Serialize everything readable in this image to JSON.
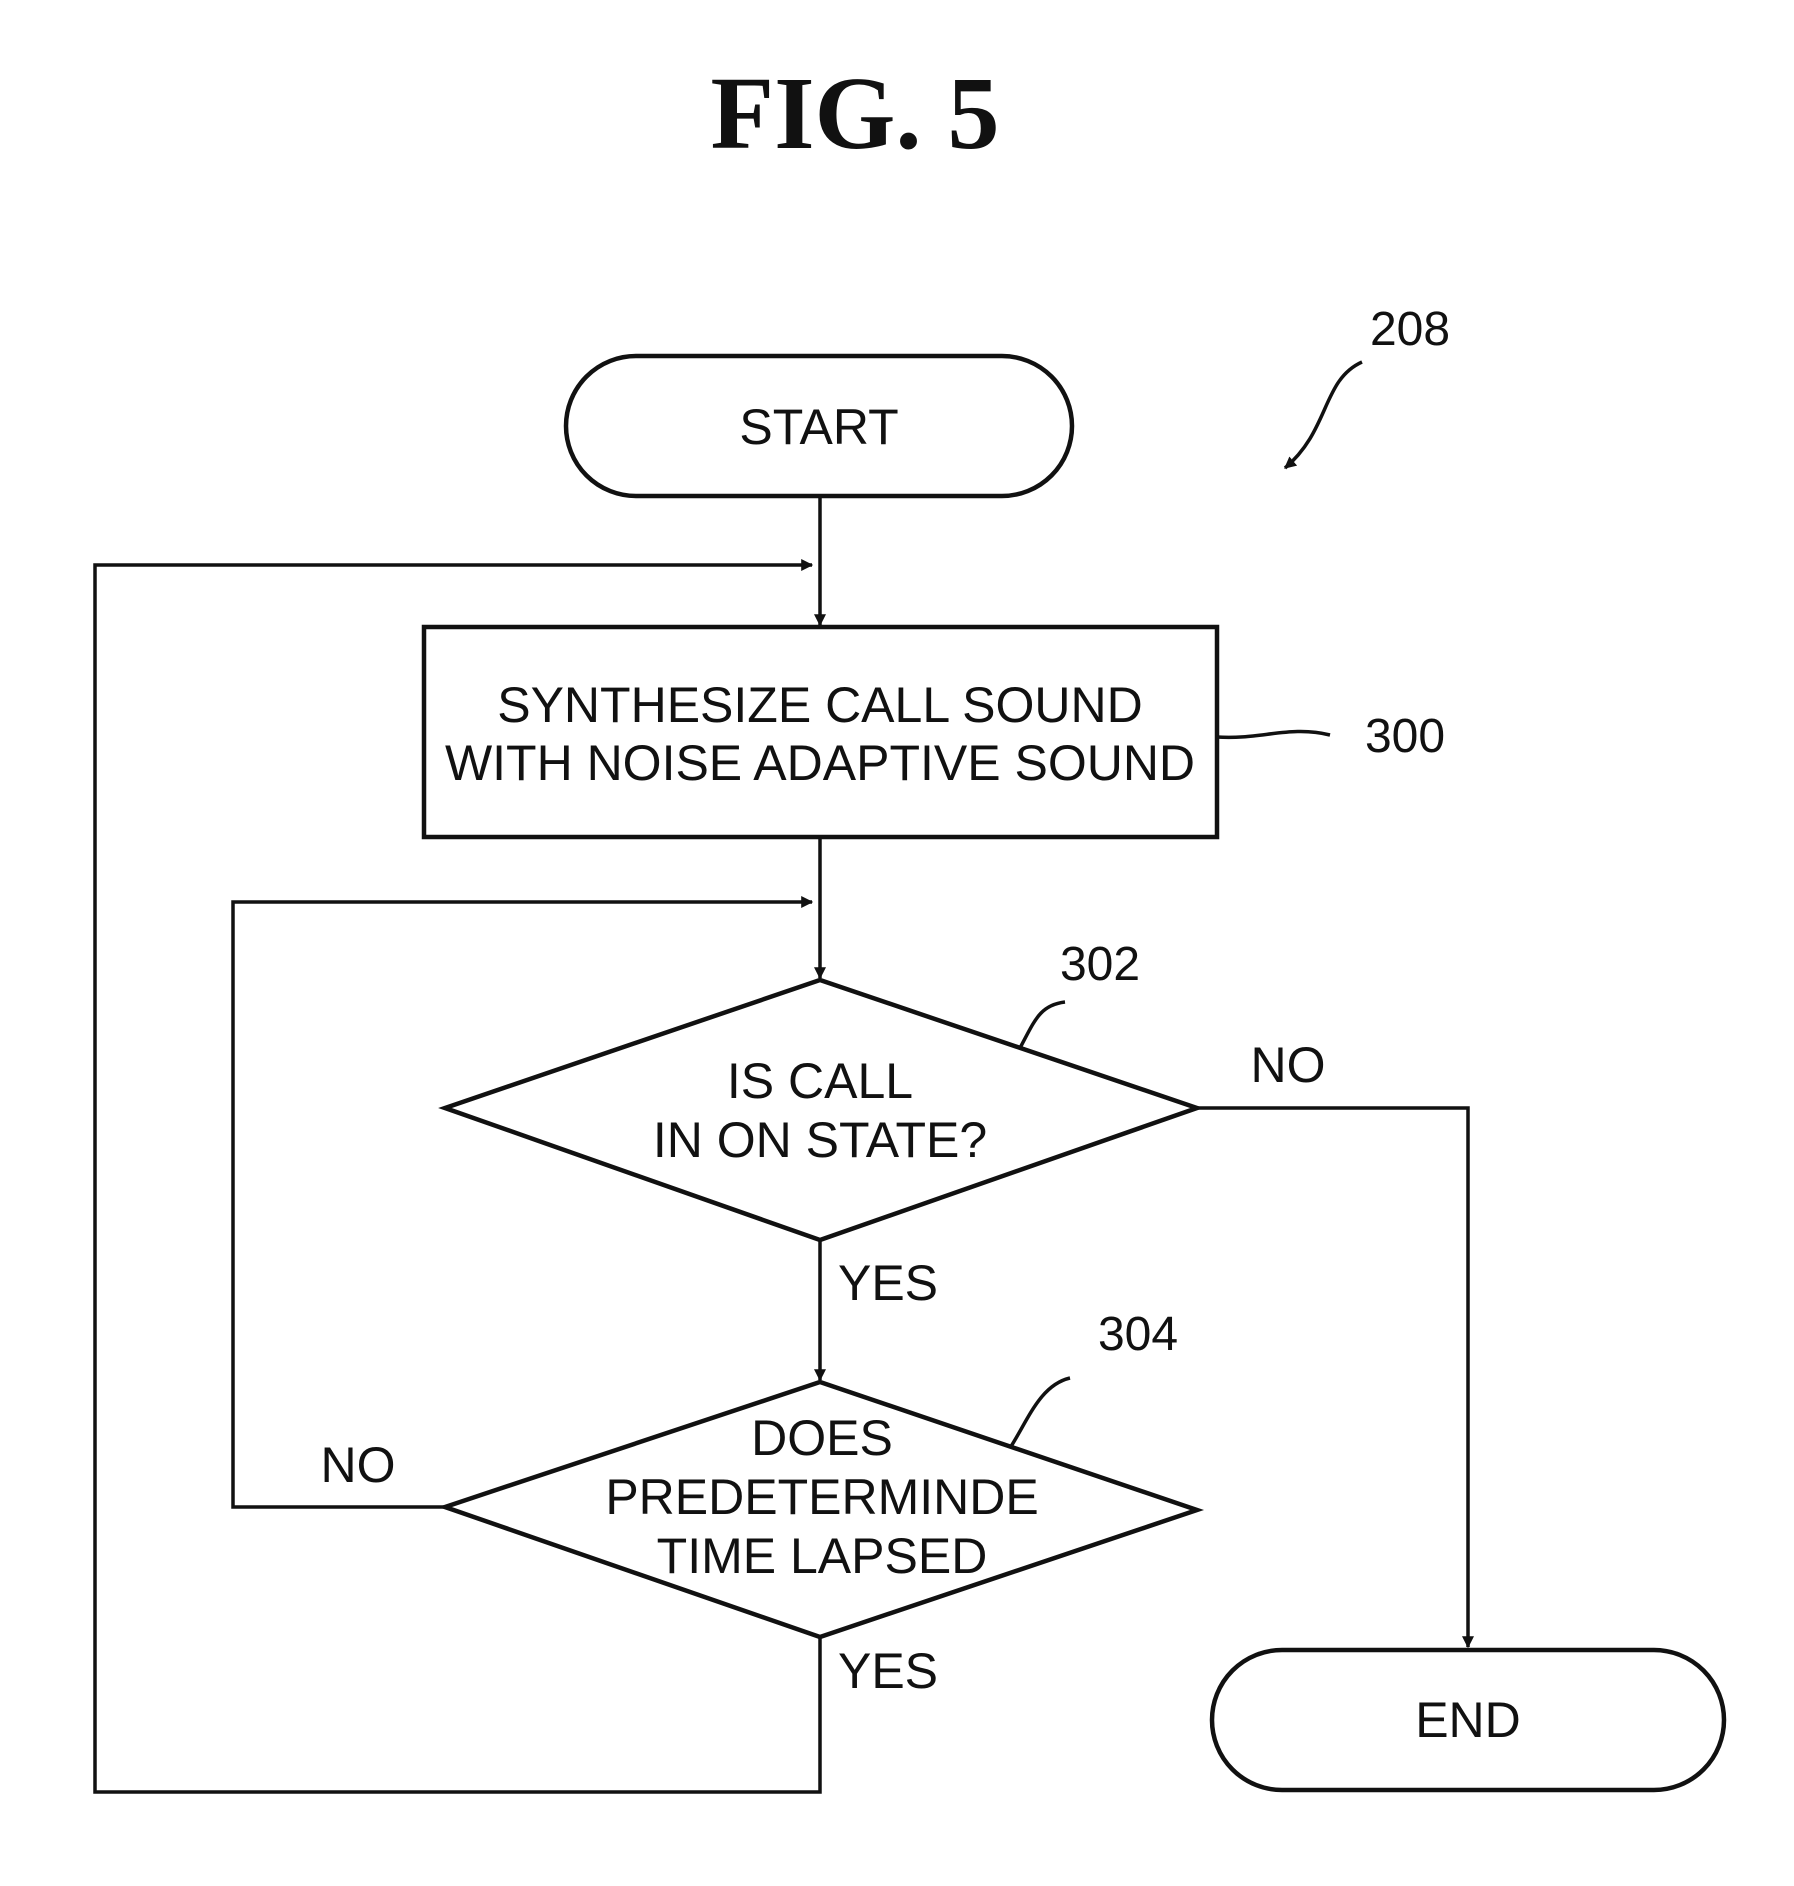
{
  "figure_title": "FIG. 5",
  "reference_label": "208",
  "nodes": {
    "start": {
      "text": "START"
    },
    "step_300": {
      "ref": "300",
      "lines": [
        "SYNTHESIZE CALL SOUND",
        "WITH NOISE ADAPTIVE SOUND"
      ]
    },
    "decision_302": {
      "ref": "302",
      "lines": [
        "IS CALL",
        "IN ON STATE?"
      ]
    },
    "decision_304": {
      "ref": "304",
      "lines": [
        "DOES",
        "PREDETERMINDE",
        "TIME LAPSED"
      ]
    },
    "end": {
      "text": "END"
    }
  },
  "edge_labels": {
    "d302_no": "NO",
    "d302_yes": "YES",
    "d304_no": "NO",
    "d304_yes": "YES"
  },
  "colors": {
    "ink": "#111111",
    "background": "#ffffff"
  }
}
